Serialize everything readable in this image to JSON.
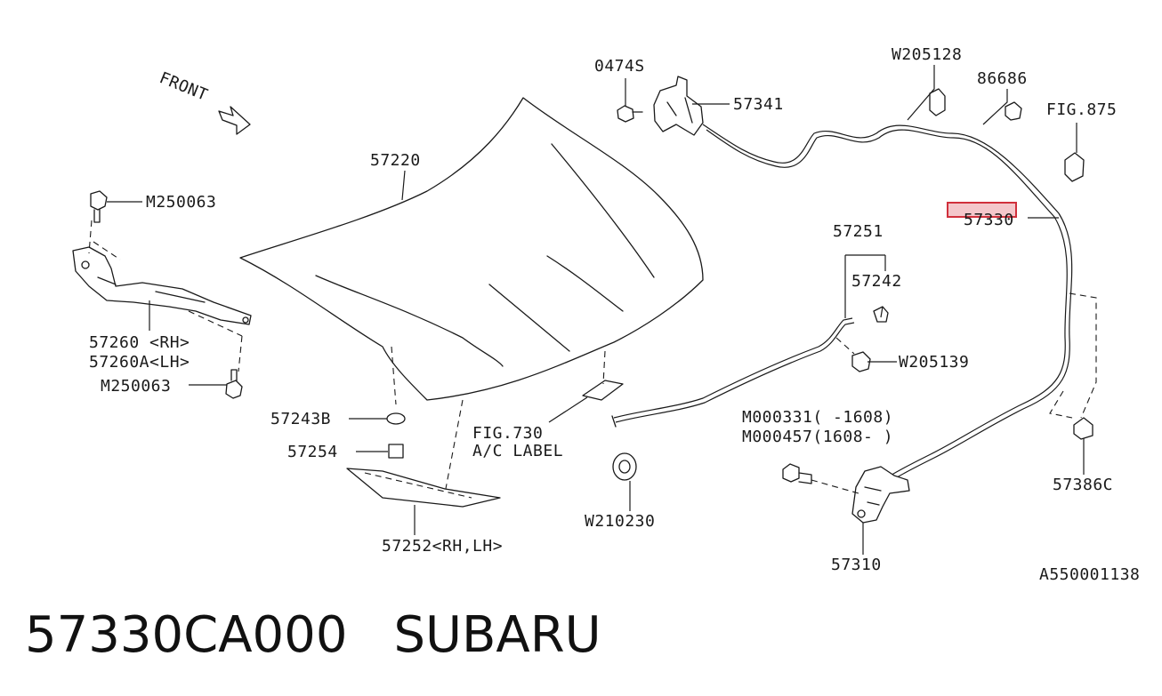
{
  "footer": {
    "part_number": "57330CA000",
    "brand": "SUBARU"
  },
  "diagram": {
    "front_label": "FRONT",
    "highlight_color": "#f4c7cb",
    "highlight_border": "#d0303c",
    "highlighted_part": "57330",
    "parts": {
      "p0474s": "0474S",
      "p57341": "57341",
      "pW205128": "W205128",
      "p86686": "86686",
      "pFig875": "FIG.875",
      "p57330": "57330",
      "p57220": "57220",
      "pM250063a": "M250063",
      "p57260": "57260 <RH>",
      "p57260a": "57260A<LH>",
      "pM250063b": "M250063",
      "p57251": "57251",
      "p57242": "57242",
      "pW205139": "W205139",
      "p57243b": "57243B",
      "p57254": "57254",
      "pFig730": "FIG.730",
      "pAcLabel": "A/C LABEL",
      "pM000331": "M000331(  -1608)",
      "pM000457": "M000457(1608-  )",
      "p57386c": "57386C",
      "pW210230": "W210230",
      "p57252": "57252<RH,LH>",
      "p57310": "57310",
      "ref": "A550001138"
    }
  }
}
